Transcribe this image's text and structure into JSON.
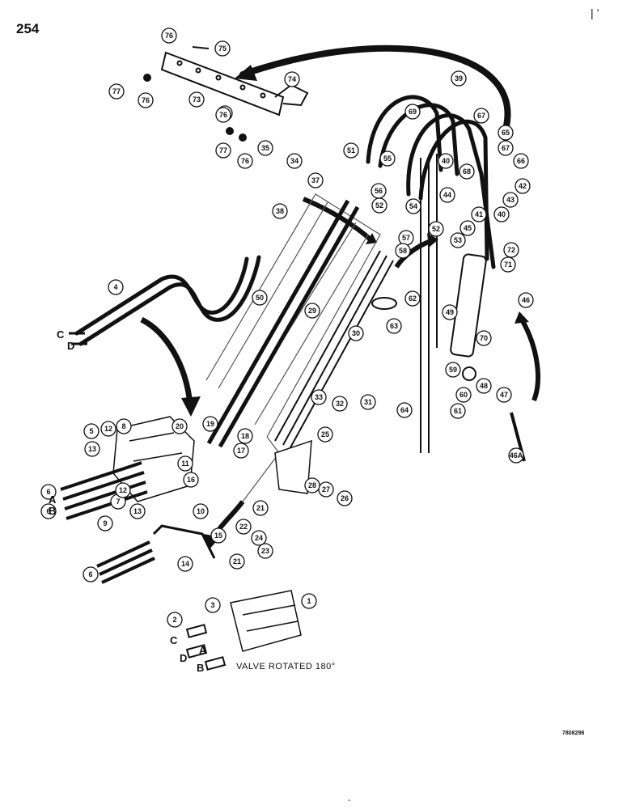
{
  "page_number": "254",
  "top_mark": "| ’",
  "figure_id": "7808298",
  "valve_caption": "VALVE ROTATED 180°",
  "bottom_mark": "-",
  "port_letters": [
    "C",
    "D",
    "A",
    "B"
  ],
  "callout_numbers": [
    "1",
    "2",
    "3",
    "4",
    "5",
    "6",
    "7",
    "8",
    "9",
    "10",
    "11",
    "12",
    "13",
    "14",
    "15",
    "16",
    "17",
    "18",
    "19",
    "20",
    "21",
    "22",
    "23",
    "24",
    "25",
    "26",
    "27",
    "28",
    "29",
    "30",
    "31",
    "32",
    "33",
    "34",
    "35",
    "37",
    "38",
    "39",
    "40",
    "41",
    "42",
    "43",
    "44",
    "45",
    "46",
    "46A",
    "47",
    "48",
    "49",
    "50",
    "51",
    "52",
    "53",
    "54",
    "55",
    "56",
    "57",
    "58",
    "59",
    "60",
    "61",
    "62",
    "63",
    "64",
    "65",
    "66",
    "67",
    "68",
    "69",
    "70",
    "71",
    "72",
    "73",
    "74",
    "75",
    "76",
    "77",
    "78"
  ]
}
